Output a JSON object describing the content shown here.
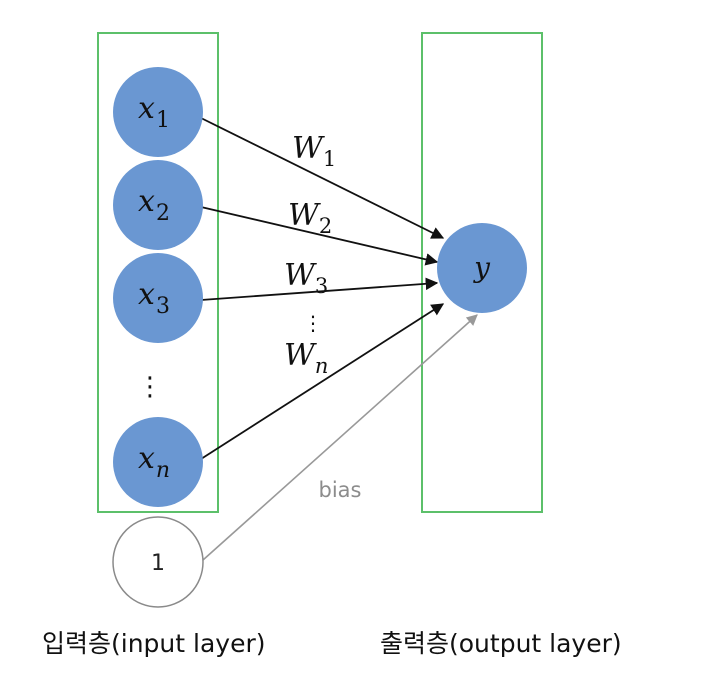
{
  "colors": {
    "node_fill": "#6a97d2",
    "layer_box": "#5cc06a",
    "edge": "#111111",
    "bias_edge": "#999999",
    "bias_node_stroke": "#8a8a8a",
    "bias_text": "#8c8c8c",
    "text": "#111111"
  },
  "input_layer": {
    "label": "입력층(input layer)",
    "nodes": [
      {
        "var": "x",
        "sub": "1",
        "sub_italic": false
      },
      {
        "var": "x",
        "sub": "2",
        "sub_italic": false
      },
      {
        "var": "x",
        "sub": "3",
        "sub_italic": false
      },
      {
        "var": "x",
        "sub": "n",
        "sub_italic": true
      }
    ],
    "ellipsis": "⋮"
  },
  "bias_node": {
    "label": "1"
  },
  "output_layer": {
    "label": "출력층(output layer)",
    "node": {
      "var": "y"
    }
  },
  "weights": [
    {
      "var": "W",
      "sub": "1",
      "sub_italic": false
    },
    {
      "var": "W",
      "sub": "2",
      "sub_italic": false
    },
    {
      "var": "W",
      "sub": "3",
      "sub_italic": false
    },
    {
      "var": "W",
      "sub": "n",
      "sub_italic": true
    }
  ],
  "weights_ellipsis": "⋮",
  "bias_label": "bias"
}
